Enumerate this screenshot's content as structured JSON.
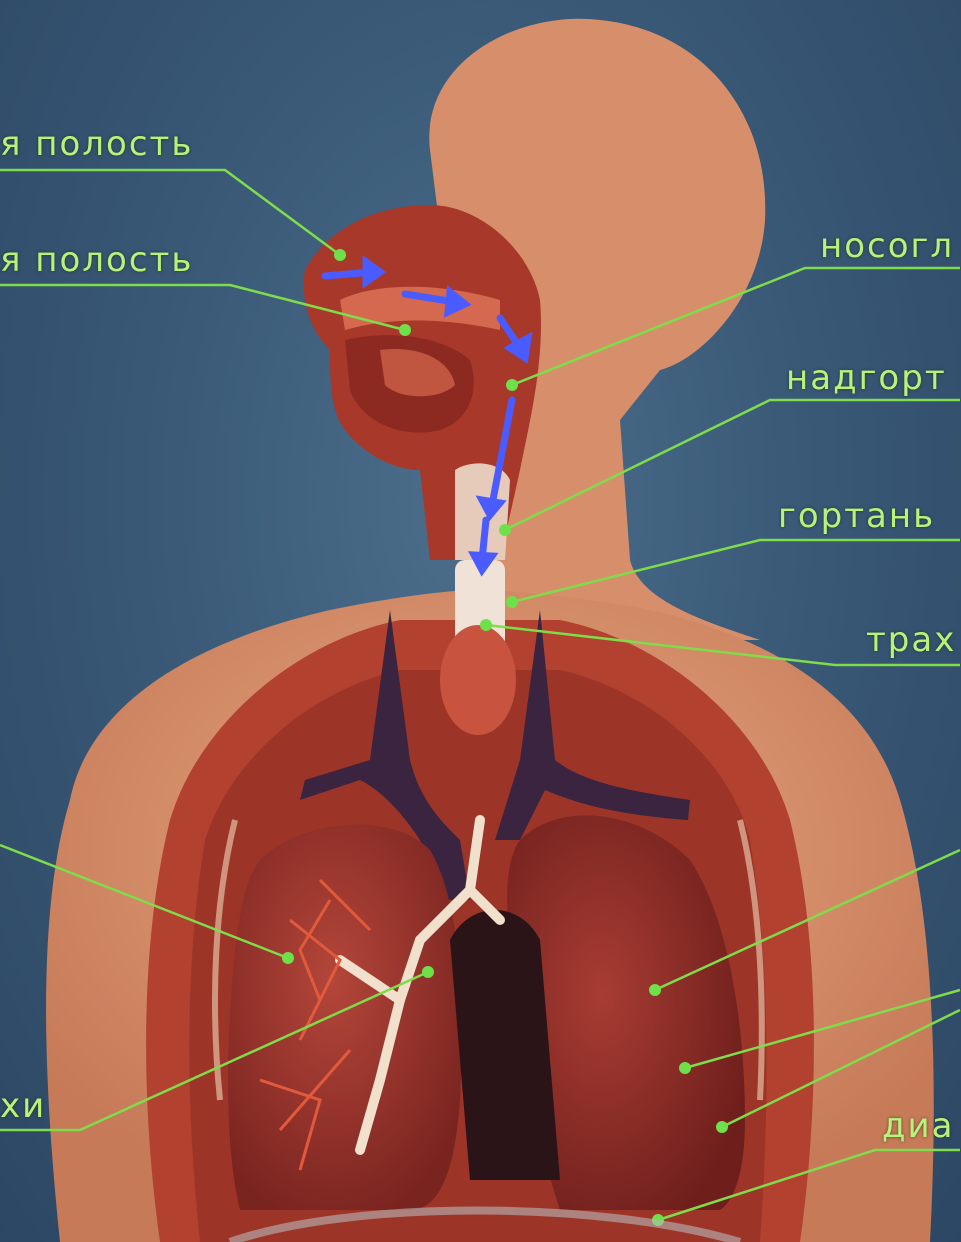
{
  "diagram": {
    "labels": {
      "nasal_cavity": "я полость",
      "oral_cavity": "я полость",
      "nasopharynx": "носогл",
      "epiglottis": "надгорт",
      "larynx": "гортань",
      "trachea": "трах",
      "bronchi": "хи",
      "diaphragm": "диа"
    },
    "colors": {
      "label_text": "#b9f27a",
      "leader_line": "#7fdc4a",
      "marker_dot": "#6ee04a",
      "skin": "#d98f6c",
      "tissue": "#a8382a",
      "lung": "#8e2f2a",
      "vessel": "#3a2440",
      "airflow_arrow": "#4a5cff"
    }
  }
}
